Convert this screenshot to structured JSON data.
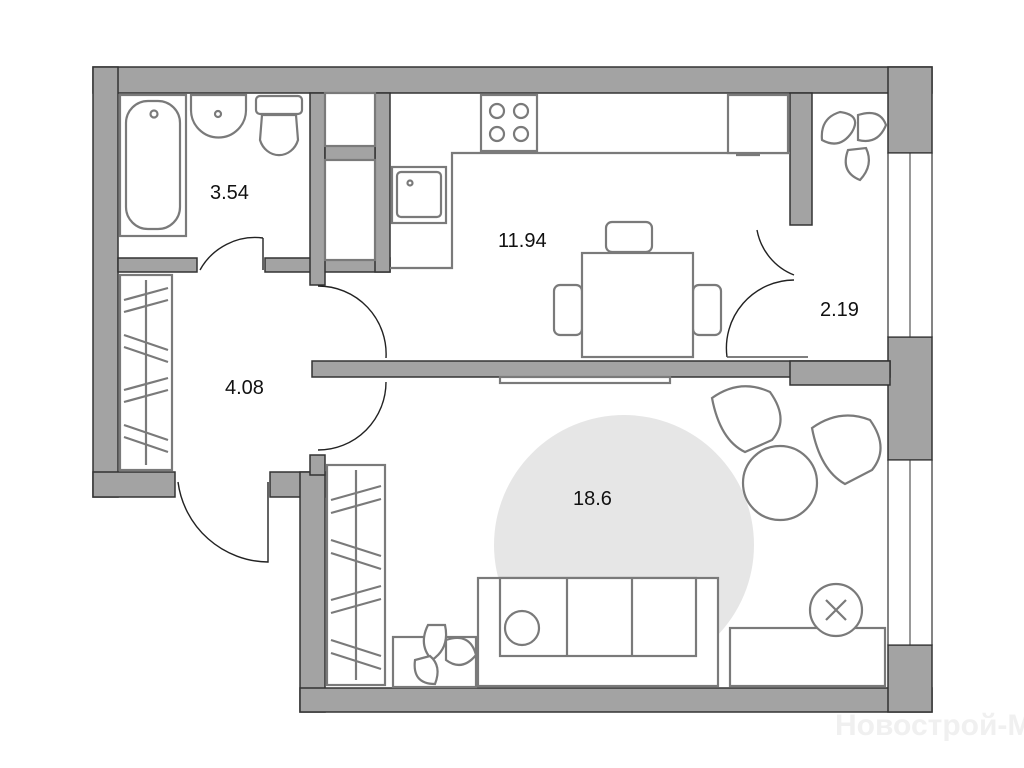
{
  "plan": {
    "rooms": [
      {
        "name": "bathroom",
        "area": "3.54"
      },
      {
        "name": "kitchen",
        "area": "11.94"
      },
      {
        "name": "loggia",
        "area": "2.19"
      },
      {
        "name": "hallway",
        "area": "4.08"
      },
      {
        "name": "living-room",
        "area": "18.6"
      }
    ],
    "watermark": "Новострой-М",
    "colors": {
      "wall": "#a3a3a3",
      "furniture": "#7a7a7a",
      "rug": "#e6e6e6"
    }
  }
}
